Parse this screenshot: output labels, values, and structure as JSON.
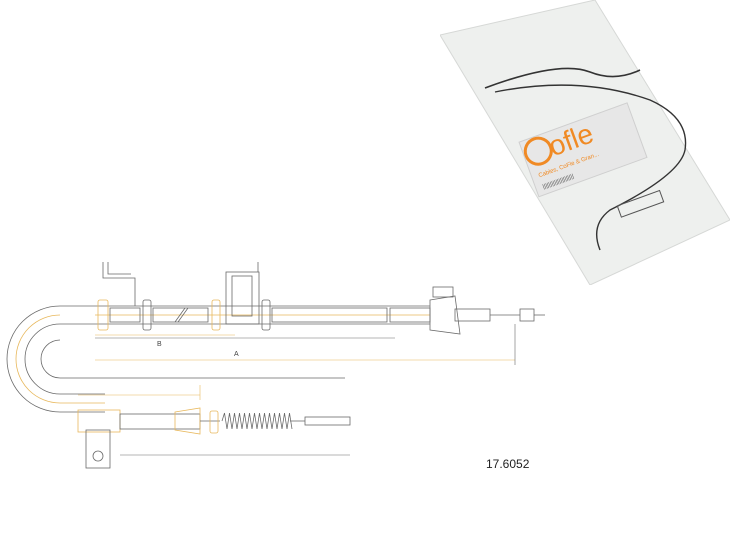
{
  "diagram": {
    "part_number": "17.6052",
    "dimension_labels": {
      "a": "A",
      "b": "B"
    }
  },
  "package": {
    "brand_text": "ofle",
    "tagline": "Cables, CoFle & Gran...",
    "barcode_line": "|||||||||||||||||||||",
    "colors": {
      "brand": "#f08a24",
      "bag": "#eef0ee",
      "cable": "#333333",
      "tag": "#e7e7e7"
    }
  },
  "colors": {
    "line": "#6a6a6a",
    "accent": "#e8b85c"
  }
}
